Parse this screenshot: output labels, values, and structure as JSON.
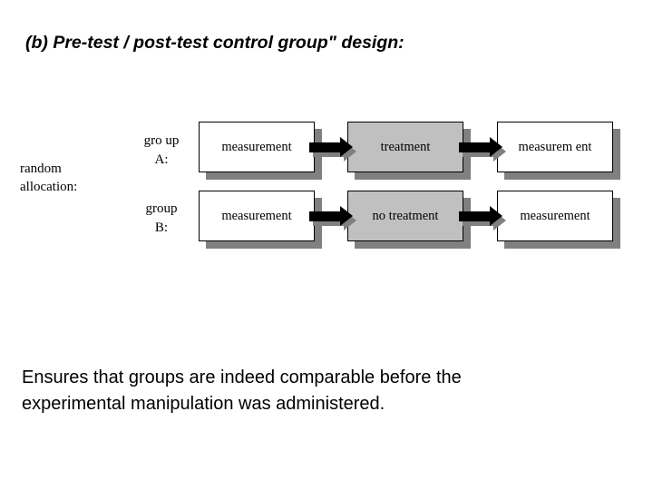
{
  "slide": {
    "title": "(b) Pre-test / post-test control group\" design:",
    "side_label_line1": "random",
    "side_label_line2": "allocation:",
    "caption_line1": "Ensures that groups are indeed comparable before the",
    "caption_line2": "experimental manipulation was administered.",
    "colors": {
      "box_fill_white": "#ffffff",
      "box_fill_gray": "#c0c0c0",
      "shadow": "#808080",
      "outline": "#000000",
      "text": "#000000",
      "background": "#ffffff"
    }
  },
  "diagram": {
    "rows": [
      {
        "group_label_line1": "gro up",
        "group_label_line2": "A:",
        "boxes": [
          {
            "label": "measurement",
            "fill": "white"
          },
          {
            "label": "treatment",
            "fill": "gray"
          },
          {
            "label": "measurem  ent",
            "fill": "white"
          }
        ],
        "arrows": [
          "arrow-right",
          "arrow-right"
        ]
      },
      {
        "group_label_line1": "group",
        "group_label_line2": "B:",
        "boxes": [
          {
            "label": "measurement",
            "fill": "white"
          },
          {
            "label": "no treatment",
            "fill": "gray"
          },
          {
            "label": "measurement",
            "fill": "white"
          }
        ],
        "arrows": [
          "arrow-right",
          "arrow-right"
        ]
      }
    ]
  }
}
